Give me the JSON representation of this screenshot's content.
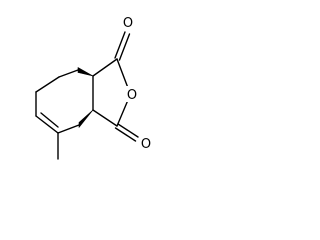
{
  "molecule": {
    "atoms": {
      "o_carbonyl_top": "O",
      "o_ring": "O",
      "o_carbonyl_bottom": "O"
    }
  }
}
